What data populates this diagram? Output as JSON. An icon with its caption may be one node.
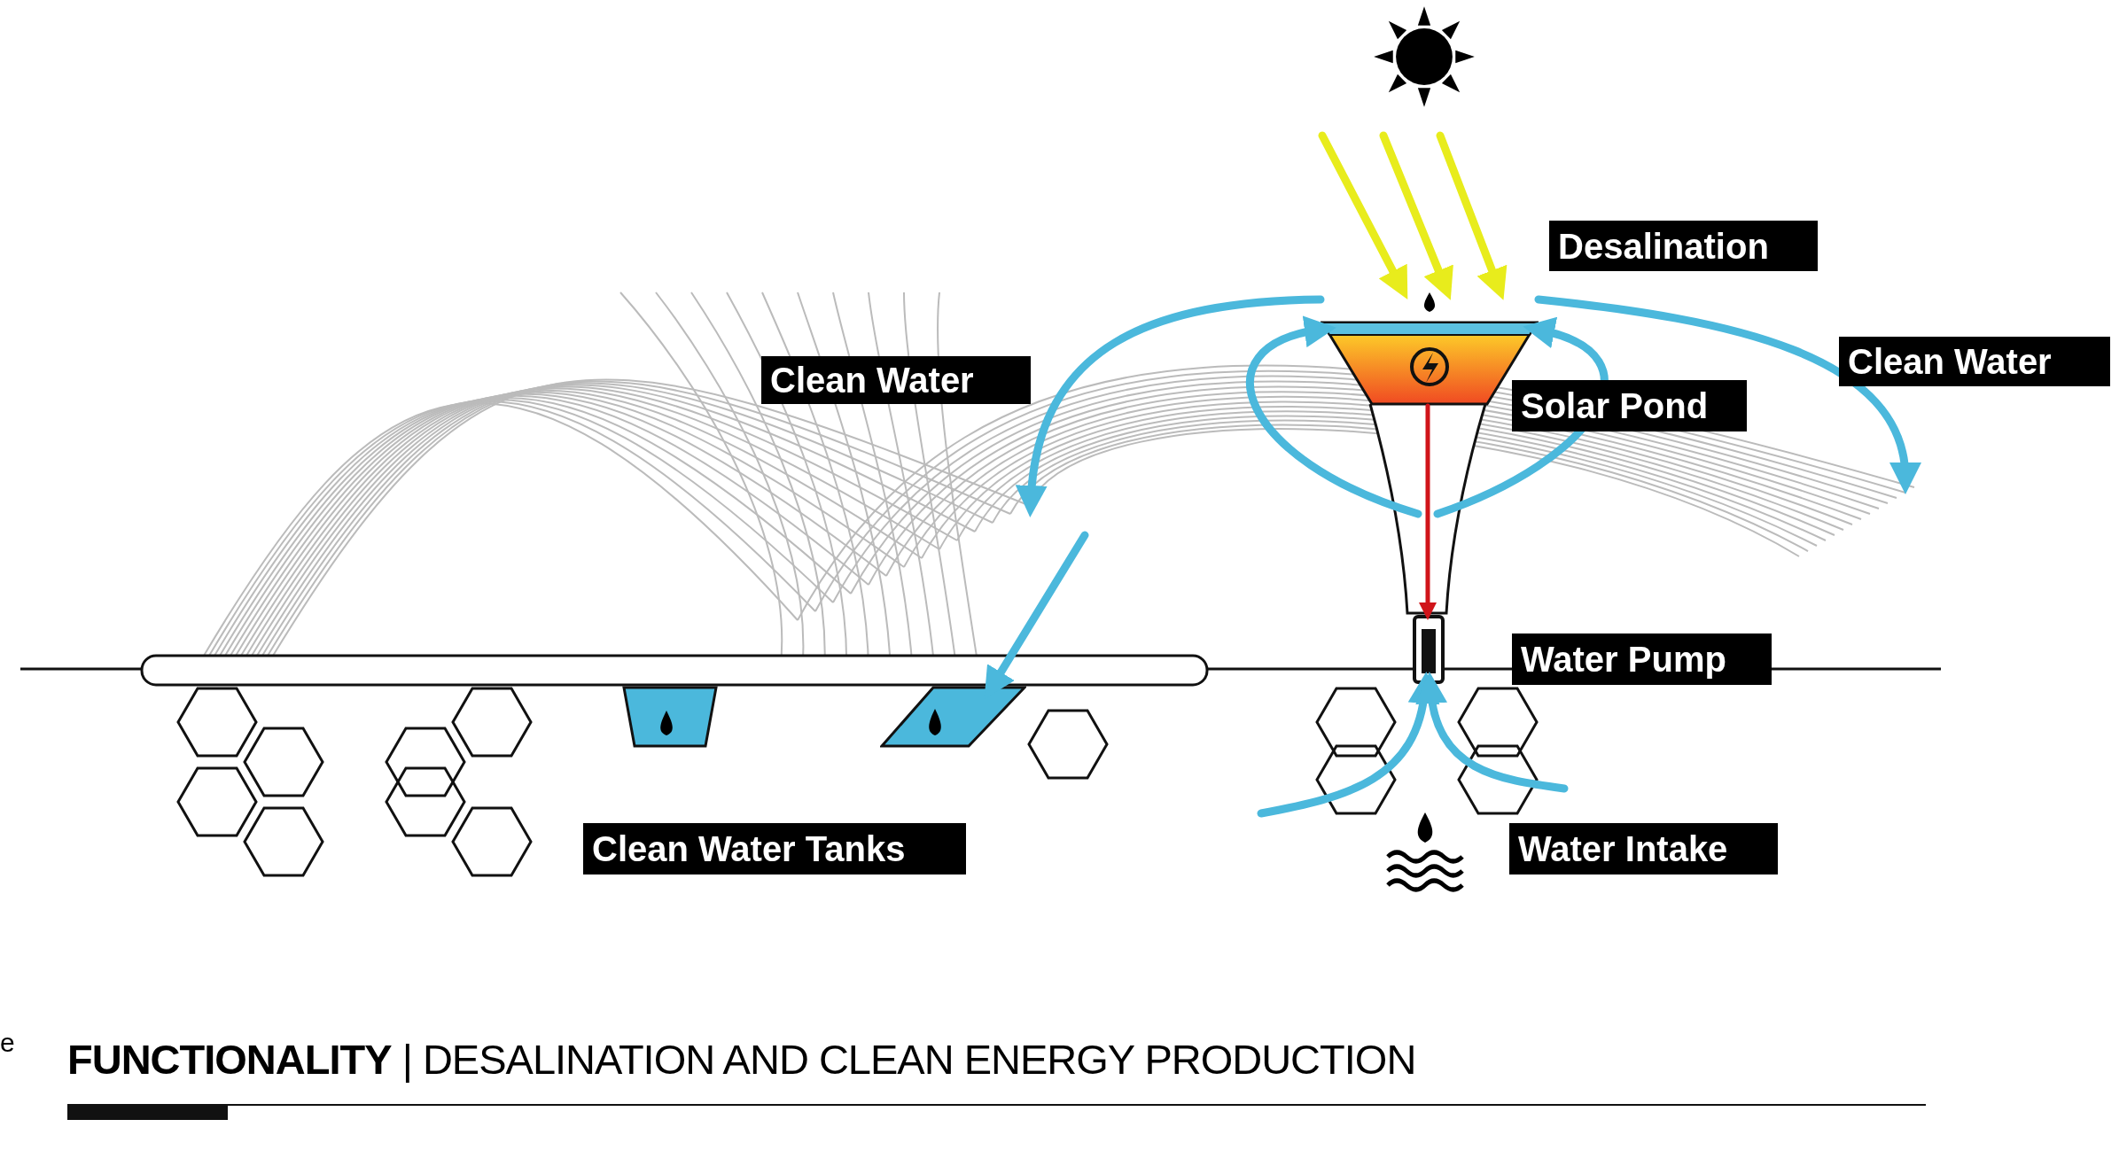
{
  "diagram": {
    "title": "**FUNCTIONALITY** | DESALINATION AND CLEAN ENERGY PRODUCTION",
    "nodes": [
      {
        "text": [
          "Desalination"
        ]
      },
      {
        "text": [
          "Clean Water"
        ]
      },
      {
        "text": [
          "Clean Water"
        ]
      },
      {
        "text": [
          "Solar Pond"
        ]
      },
      {
        "text": [
          "Water Pump"
        ]
      },
      {
        "text": [
          "Clean Water Tanks"
        ]
      },
      {
        "text": [
          "Water Intake"
        ]
      },
      {
        "text": [],
        "shape": "circle"
      },
      {
        "text": [],
        "shape": "picture"
      },
      {
        "text": [],
        "shape": "box"
      },
      {
        "text": [],
        "shape": "picture"
      },
      {
        "text": [],
        "shape": "picture"
      },
      {
        "text": [],
        "shape": "picture"
      }
    ],
    "edges": [
      {
        "from": null,
        "to": 8,
        "arrow": "to",
        "color": "#e8ec1c"
      },
      {
        "from": null,
        "to": 8,
        "arrow": "to",
        "color": "#e8ec1c"
      },
      {
        "from": null,
        "to": 8,
        "arrow": "to",
        "color": "#e8ec1c"
      },
      {
        "from": 8,
        "to": null,
        "arrow": "to"
      },
      {
        "from": null,
        "to": 11,
        "arrow": "to"
      },
      {
        "from": 8,
        "to": null,
        "arrow": "to"
      },
      {
        "from": null,
        "to": 8,
        "arrow": "to"
      },
      {
        "from": null,
        "to": 8,
        "arrow": "to"
      },
      {
        "from": 8,
        "to": 9,
        "arrow": "to",
        "color": "#d0141a"
      },
      {
        "from": null,
        "to": 9,
        "arrow": "to"
      },
      {
        "from": null,
        "to": 9,
        "arrow": "to"
      }
    ],
    "labels": [
      "e"
    ]
  }
}
